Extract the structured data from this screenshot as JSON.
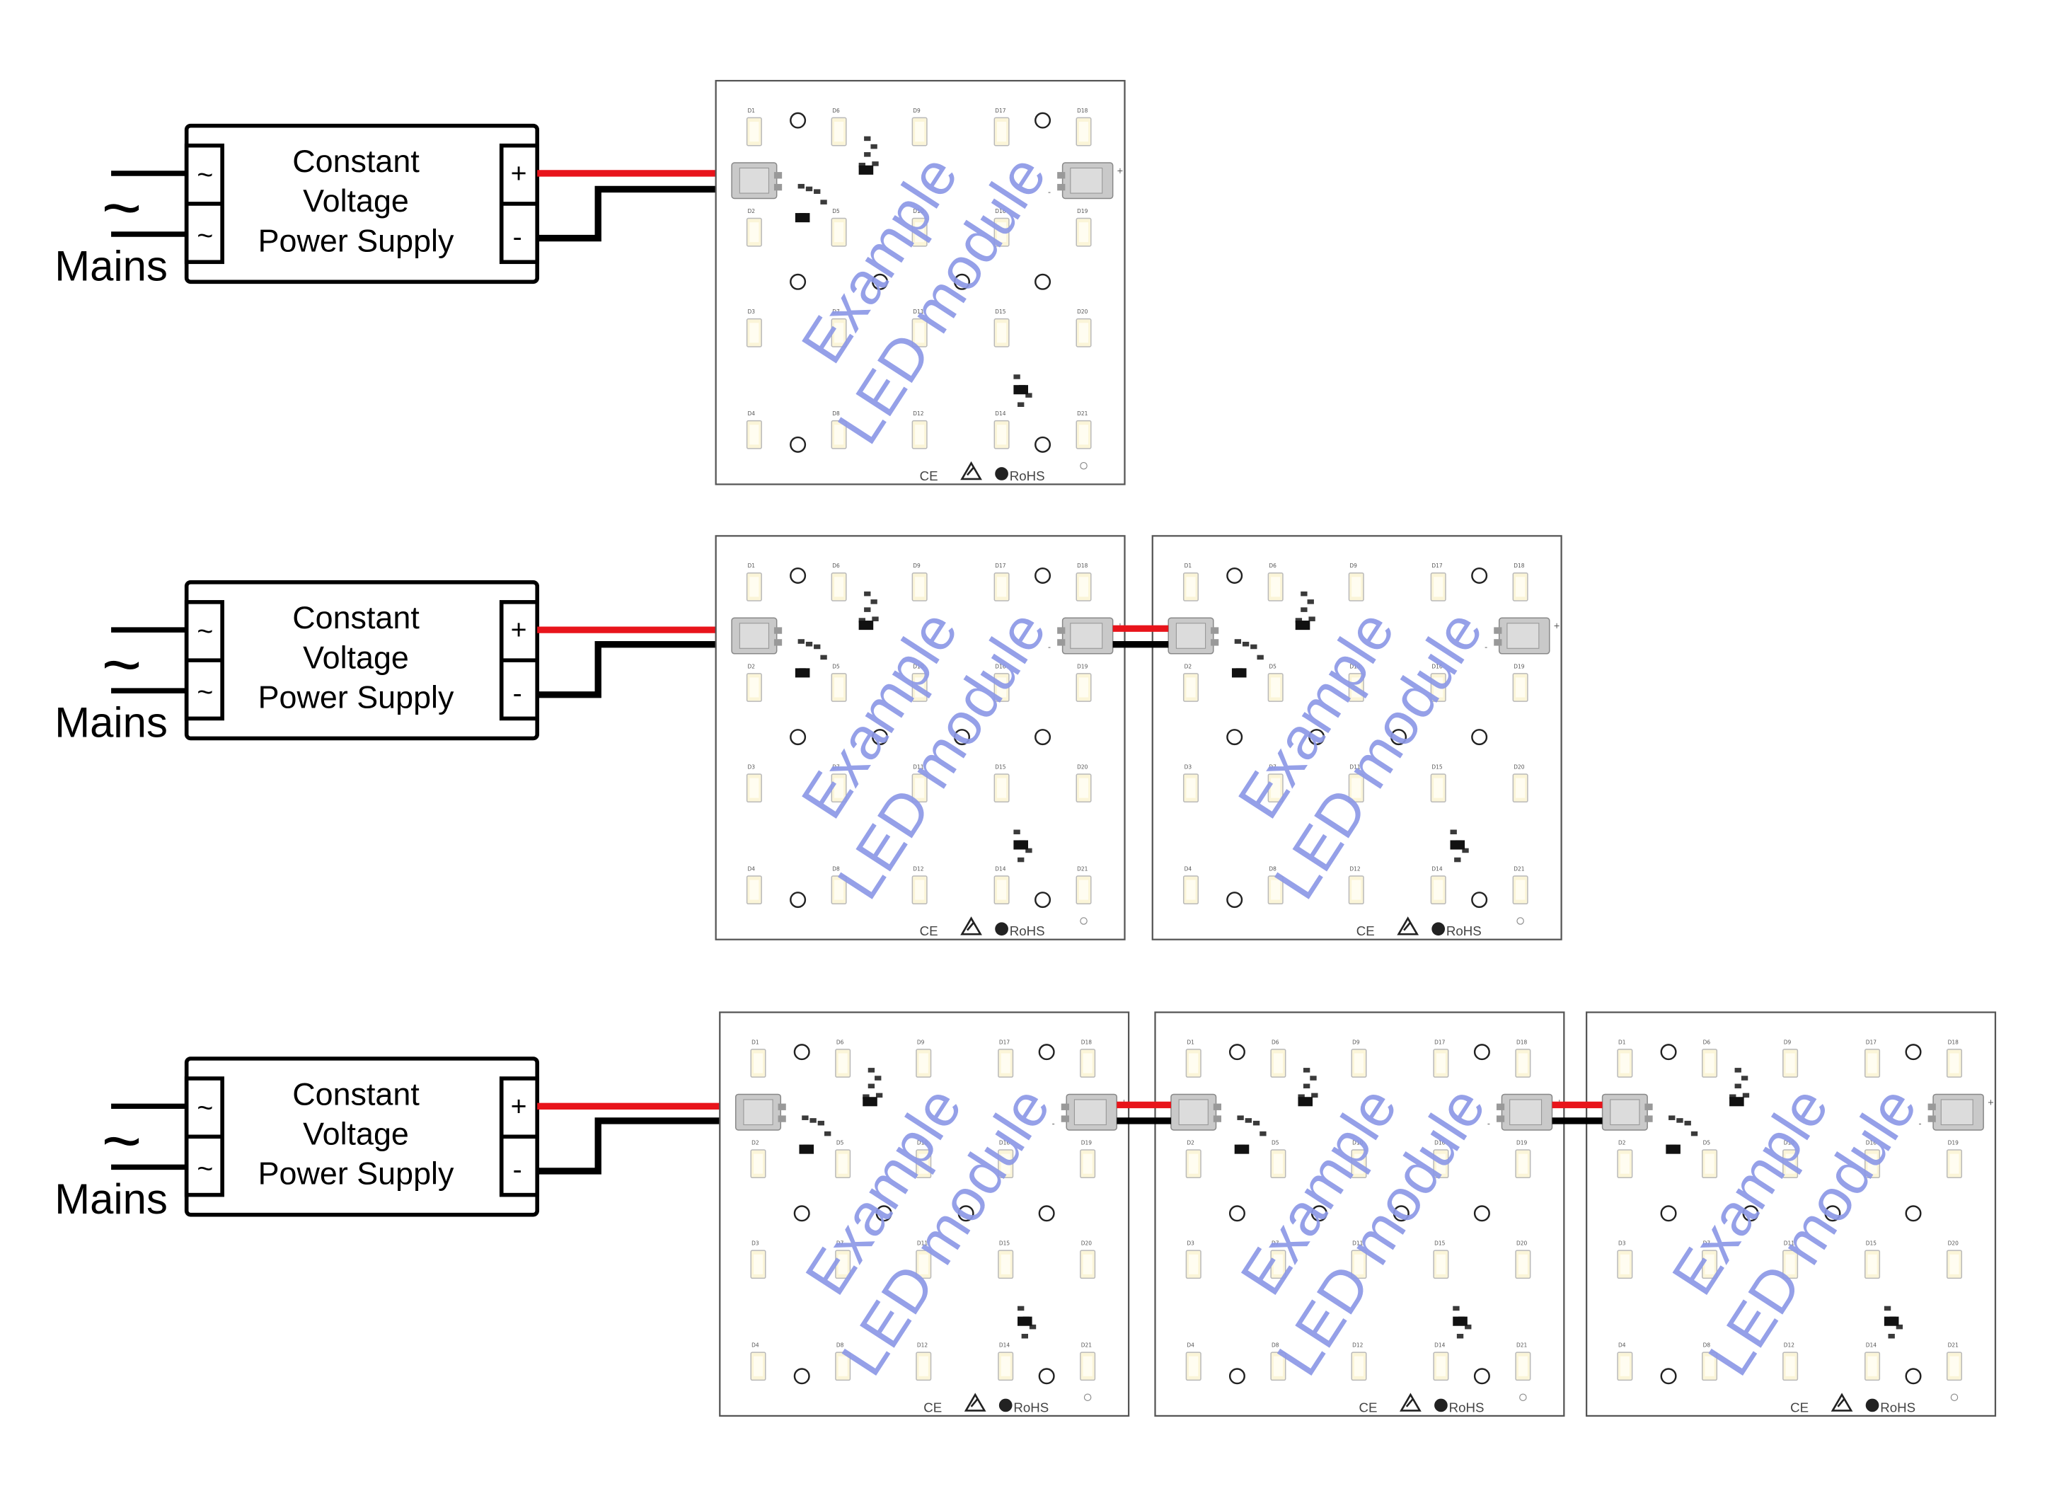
{
  "configurations": [
    {
      "modules": 1
    },
    {
      "modules": 2
    },
    {
      "modules": 3
    }
  ],
  "power_supply": {
    "title_lines": [
      "Constant",
      "Voltage",
      "Power Supply"
    ],
    "ac_terminal_symbol": "~",
    "positive_symbol": "+",
    "negative_symbol": "-"
  },
  "mains": {
    "symbol": "~",
    "label": "Mains"
  },
  "led_module": {
    "watermark_lines": [
      "Example",
      "LED module"
    ],
    "ce_mark": "CE",
    "rohs_mark": "RoHS",
    "connector_plus": "+",
    "connector_minus": "-",
    "component_labels": [
      "D1",
      "D6",
      "D9",
      "D17",
      "D18",
      "D2",
      "D5",
      "D10",
      "D16",
      "D19",
      "D3",
      "D7",
      "D11",
      "D15",
      "D20",
      "D4",
      "D8",
      "D12",
      "D14",
      "D21"
    ]
  },
  "colors": {
    "positive_wire": "#e8141b",
    "negative_wire": "#000000",
    "watermark": "#8c98e6",
    "led": "#fbf5d8",
    "pcb": "#ffffff"
  }
}
